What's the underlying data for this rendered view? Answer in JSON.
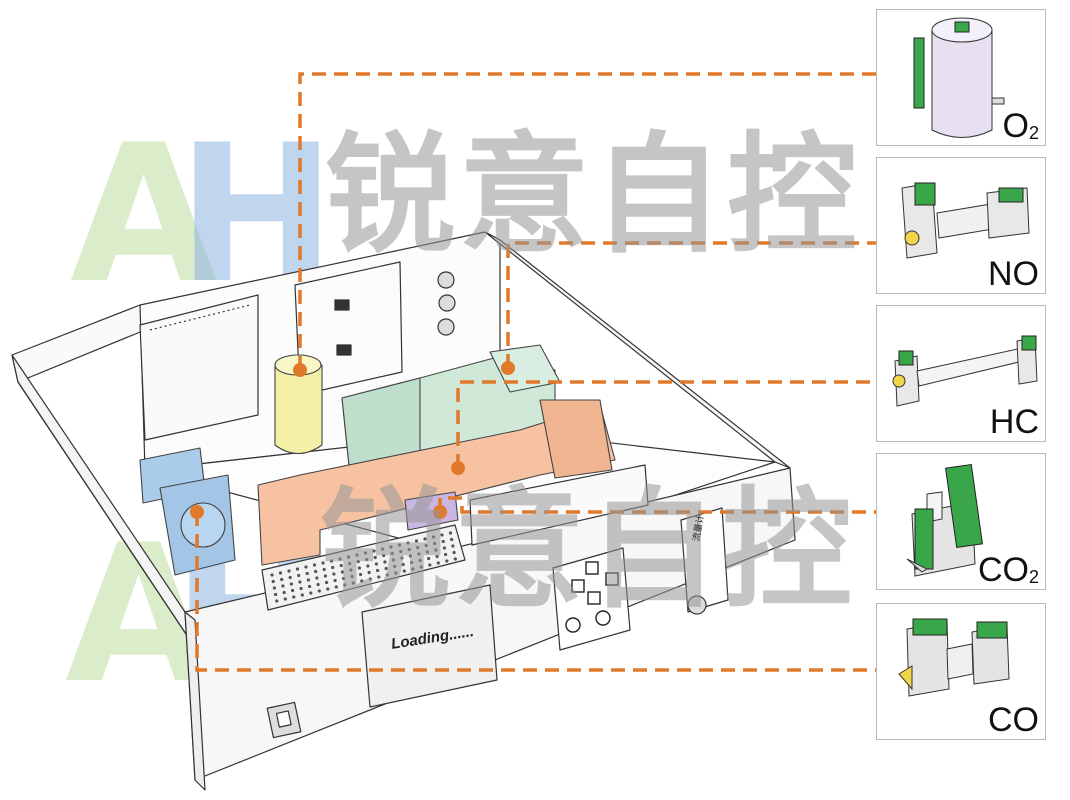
{
  "watermark": {
    "logo": "AH",
    "text": "锐意自控"
  },
  "display": {
    "text": "Loading......"
  },
  "flowmeter": {
    "label": "流量计"
  },
  "sensors": [
    {
      "id": "o2",
      "label": "O",
      "sub": "2"
    },
    {
      "id": "no",
      "label": "NO",
      "sub": ""
    },
    {
      "id": "hc",
      "label": "HC",
      "sub": ""
    },
    {
      "id": "co2",
      "label": "CO",
      "sub": "2"
    },
    {
      "id": "co",
      "label": "CO",
      "sub": ""
    }
  ],
  "colors": {
    "leader_line": "#e0792a",
    "o2_cell": "#f4f0a8",
    "no_chamber": "#cfe8d8",
    "hc_chamber": "#f6c2a2",
    "co2_block": "#aaccea",
    "green_board": "#3aa64a",
    "watermark_gray": "#9a9a9a",
    "logo_green": "#cfe6b8",
    "logo_blue": "#a8c6e4"
  }
}
